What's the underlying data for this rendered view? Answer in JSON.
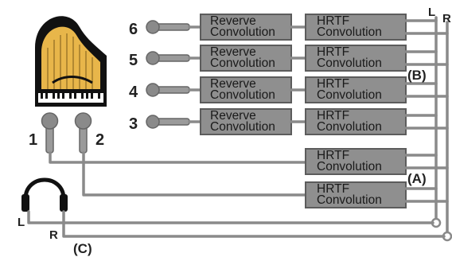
{
  "source_mics": [
    {
      "number": "6",
      "process": [
        "Reverve",
        "Convolution"
      ],
      "hrtf": [
        "HRTF",
        "Convolution"
      ]
    },
    {
      "number": "5",
      "process": [
        "Reverve",
        "Convolution"
      ],
      "hrtf": [
        "HRTF",
        "Convolution"
      ]
    },
    {
      "number": "4",
      "process": [
        "Reverve",
        "Convolution"
      ],
      "hrtf": [
        "HRTF",
        "Convolution"
      ]
    },
    {
      "number": "3",
      "process": [
        "Reverve",
        "Convolution"
      ],
      "hrtf": [
        "HRTF",
        "Convolution"
      ]
    }
  ],
  "piano_mics": [
    {
      "number": "1",
      "hrtf": [
        "HRTF",
        "Convolution"
      ]
    },
    {
      "number": "2",
      "hrtf": [
        "HRTF",
        "Convolution"
      ]
    }
  ],
  "labels": {
    "bus_left": "L",
    "bus_right": "R",
    "headphone_left": "L",
    "headphone_right": "R",
    "group_b": "(B)",
    "group_a": "(A)",
    "group_c": "(C)"
  },
  "icons": [
    "grand-piano-icon",
    "microphone-icon",
    "headphones-icon"
  ],
  "colors": {
    "box_fill": "#8f8f8f",
    "wire": "#8a8a8a",
    "piano_body": "#111111",
    "piano_strings": "#e8b64a"
  }
}
